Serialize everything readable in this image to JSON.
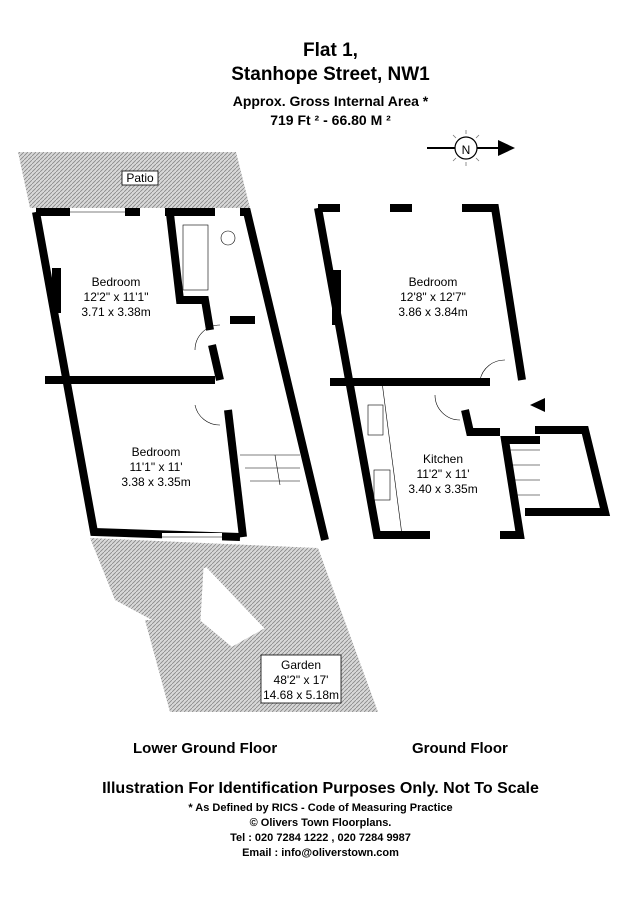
{
  "header": {
    "title_line1": "Flat 1,",
    "title_line2": "Stanhope Street, NW1",
    "area_label": "Approx. Gross Internal Area *",
    "area_value": "719 Ft ² - 66.80 M ²"
  },
  "compass": {
    "letter": "N",
    "icon": "north-arrow-icon"
  },
  "lower_ground": {
    "label": "Lower Ground Floor",
    "patio": "Patio",
    "bedroom1": {
      "name": "Bedroom",
      "imperial": "12'2\" x 11'1\"",
      "metric": "3.71 x 3.38m"
    },
    "bedroom2": {
      "name": "Bedroom",
      "imperial": "11'1\" x 11'",
      "metric": "3.38 x 3.35m"
    },
    "garden": {
      "name": "Garden",
      "imperial": "48'2\" x 17'",
      "metric": "14.68 x 5.18m"
    }
  },
  "ground": {
    "label": "Ground Floor",
    "bedroom": {
      "name": "Bedroom",
      "imperial": "12'8\" x 12'7\"",
      "metric": "3.86 x 3.84m"
    },
    "kitchen": {
      "name": "Kitchen",
      "imperial": "11'2\" x 11'",
      "metric": "3.40 x 3.35m"
    }
  },
  "footer": {
    "disclaimer": "Illustration For Identification Purposes Only. Not To Scale",
    "rics": "* As Defined by RICS - Code of Measuring Practice",
    "copyright": "© Olivers Town Floorplans.",
    "tel": "Tel : 020 7284 1222 , 020 7284 9987",
    "email": "Email : info@oliverstown.com"
  }
}
